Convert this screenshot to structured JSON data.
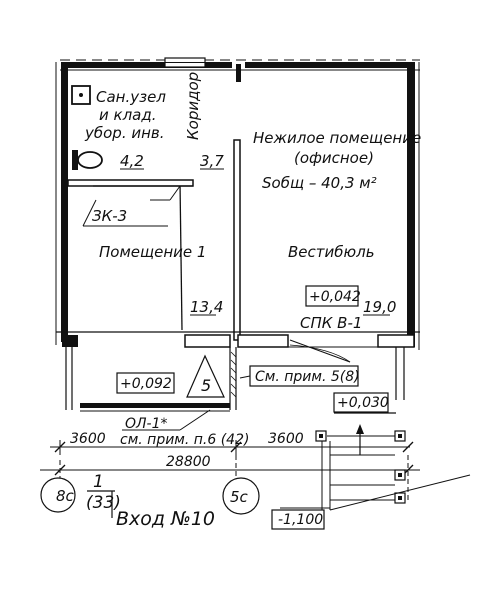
{
  "rooms": {
    "sanuzel": {
      "line1": "Сан.узел",
      "line2": "и клад.",
      "line3": "убор. инв.",
      "area": "4,2"
    },
    "koridor": {
      "name": "Коридор",
      "area": "3,7"
    },
    "office": {
      "line1": "Нежилое помещение",
      "line2": "(офисное)",
      "line3": "Sобщ – 40,3 м²"
    },
    "pom1": {
      "name": "Помещение 1",
      "area": "13,4"
    },
    "vestibul": {
      "name": "Вестибюль",
      "area": "19,0"
    }
  },
  "marks": {
    "zk": "ЗК-3",
    "level_vest": "+0,042",
    "spk": "СПК В-1",
    "level_porch": "+0,092",
    "triangle": "5",
    "sm_prim5": "См. прим. 5(8)",
    "level_entry": "+0,030",
    "ol": "ОЛ-1*",
    "sm_prim6": "см. прим. п.6 (42)",
    "level_ground": "-1,100"
  },
  "dims": {
    "left": "3600",
    "right": "3600",
    "total": "28800"
  },
  "axes": {
    "left_axis": "8с",
    "mid_axis": "5с"
  },
  "entrance": {
    "num": "1",
    "den": "(33)",
    "label": "Вход №10"
  }
}
